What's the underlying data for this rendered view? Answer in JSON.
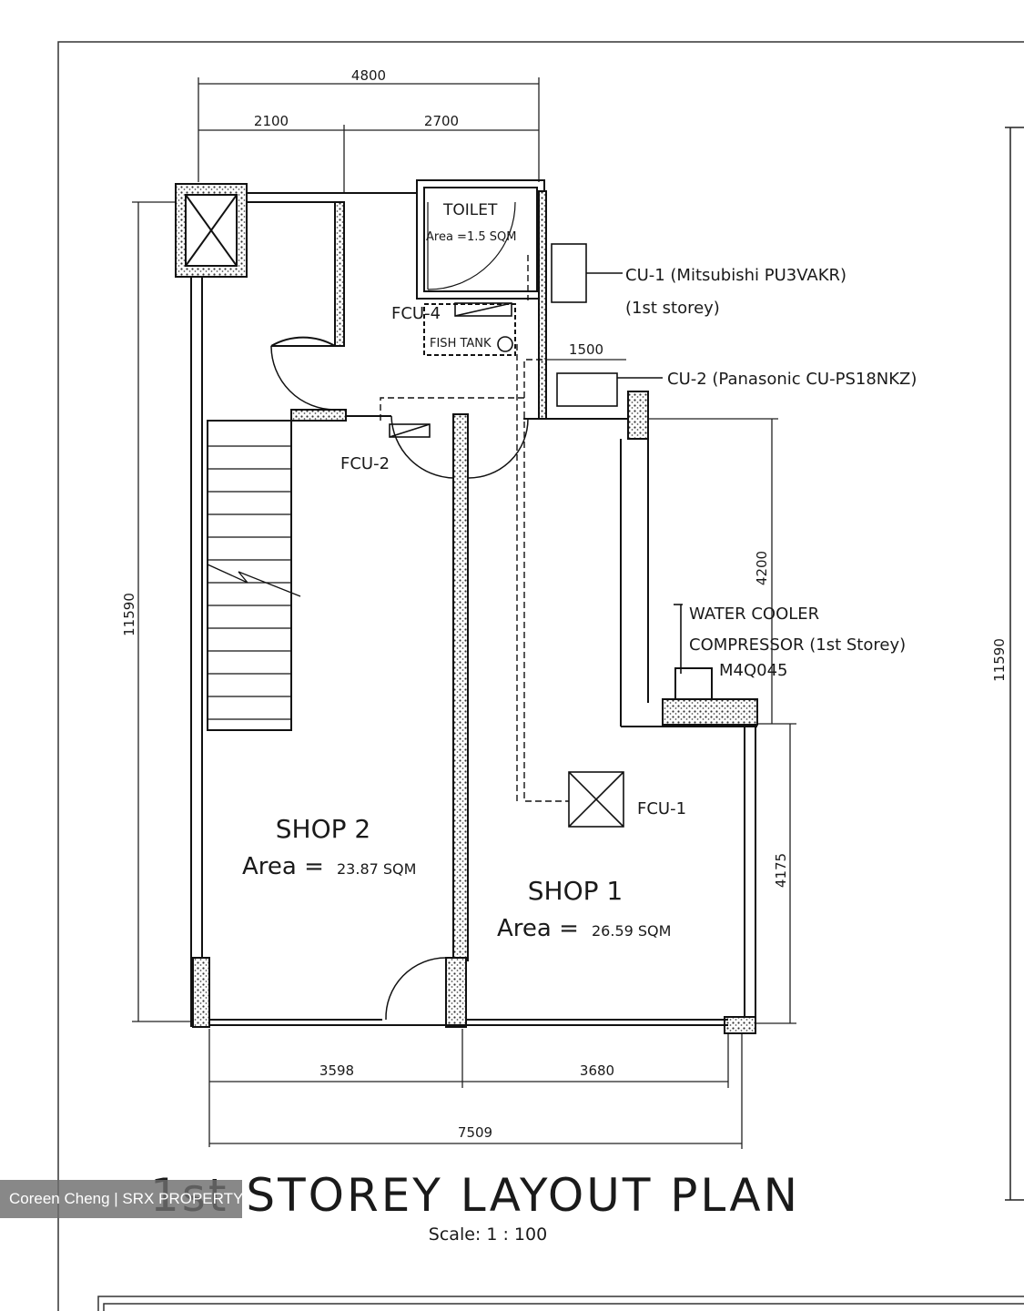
{
  "plan": {
    "title": "1st STOREY LAYOUT PLAN",
    "scale": "Scale: 1 : 100",
    "dimensions": {
      "top_overall": "4800",
      "top_left": "2100",
      "top_right": "2700",
      "left_height": "11590",
      "right_height": "11590",
      "cu_width": "1500",
      "mid_right_upper": "4200",
      "mid_right_lower": "4175",
      "bottom_left": "3598",
      "bottom_right": "3680",
      "bottom_overall": "7509"
    },
    "rooms": {
      "toilet_name": "TOILET",
      "toilet_area": "Area =1.5 SQM",
      "shop2_name": "SHOP 2",
      "shop2_area_prefix": "Area =",
      "shop2_area_value": "23.87 SQM",
      "shop1_name": "SHOP 1",
      "shop1_area_prefix": "Area =",
      "shop1_area_value": "26.59 SQM"
    },
    "equipment": {
      "cu1_line1": "CU-1 (Mitsubishi PU3VAKR)",
      "cu1_line2": "(1st storey)",
      "cu2": "CU-2 (Panasonic CU-PS18NKZ)",
      "fcu4": "FCU-4",
      "fish_tank": "FISH TANK",
      "fcu2": "FCU-2",
      "fcu1": "FCU-1",
      "cooler_line1": "WATER COOLER",
      "cooler_line2": "COMPRESSOR (1st Storey)",
      "cooler_line3": "M4Q045"
    }
  },
  "watermark": "Coreen Cheng | SRX PROPERTY"
}
